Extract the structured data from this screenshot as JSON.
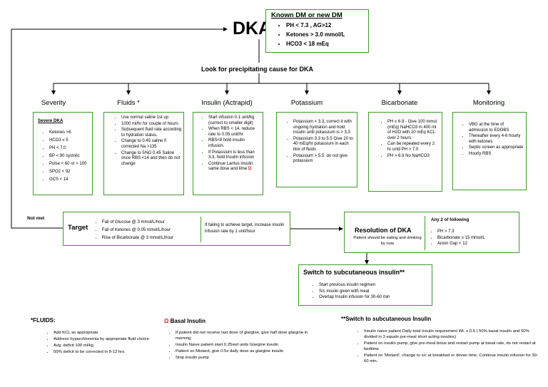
{
  "title": "DKA",
  "known": {
    "title": "Known DM or new DM",
    "items": [
      "PH < 7.3 , AG>12",
      "Ketones > 3.0 mmol/L",
      "HCO3 < 18 mEq"
    ]
  },
  "look_for": "Look for precipitating cause for DKA",
  "columns": {
    "severity": {
      "header": "Severity",
      "title": "Severe DKA",
      "items": [
        "Ketones >6",
        "HCO3 ≤ 5",
        "PH < 7.0",
        "BP < 90 systolic",
        "Pulse < 60 or > 100",
        "SPO2 < 92",
        "GCS < 14"
      ]
    },
    "fluids": {
      "header": "Fluids *",
      "items": [
        "Use normal saline 1st up",
        "1000 ml/hr for couple of hours",
        "Subsequent fluid rate according to hydration status.",
        "Change to 0.45 saline if corrected Na >135",
        "Change to 5%D 0.45 Saline once RBS <14 and then do not change"
      ]
    },
    "insulin": {
      "header": "Insulin (Actrapid)",
      "items": [
        "Start infusion 0.1 unit/kg (correct to smaller digit)",
        "When RBS < 14, reduce rate to 0.05 unit/hr",
        "RBS<8 hold insulin infusion.",
        "If Potassium is less than 3.3, hold Insulin infusion",
        "Continue Lantus insulin same dose and time"
      ],
      "omega": "Ω"
    },
    "potassium": {
      "header": "Potassium",
      "items": [
        "Potassium < 3.3, correct it with ongoing hydration and hold insulin until potassium is > 3.3",
        "Potassium 3.3 to 5.5 Give 20 to 40 mEq/hr potassium in each litre of fluids",
        "Potassium > 5.5. do not give potassium"
      ]
    },
    "bicarbonate": {
      "header": "Bicarbonate",
      "items": [
        "PH ≤ 6.9 - Give 100 mmol (mEq) NaHCO3 in 400 ml of H2O with 20 mEq KCL over 2 hours.",
        "Can be repeated every 2 hr until PH > 7.0",
        "PH > 6.9 No NaHCO3"
      ]
    },
    "monitoring": {
      "header": "Monitoring",
      "items": [
        "VBG at the time of admission to EDOBS",
        "Thereafter every 4-6 hourly with ketones",
        "Septic screen as appropriate",
        "Hourly RBS"
      ]
    }
  },
  "not_met": "Not met",
  "target": {
    "label": "Target",
    "items": [
      "Fall of Glucose @ 3 mmol/L/hour",
      "Fall of Ketones @ 0.05 mmol/L/hour",
      "Rise of Bicarbonate @ 3 mmol/L/hour"
    ],
    "note": "If failing to achieve target, increase insulin infusion rate by 1 unit/hour"
  },
  "resolution": {
    "title": "Resolution of DKA",
    "text": "Patient should be eating and drinking by now",
    "any2": "Any 2 of following",
    "items": [
      "PH > 7.3",
      "Bicarbonate ≥ 15 mmol/L",
      "Anion Gap < 12"
    ]
  },
  "switch": {
    "title": "Switch to subcutaneous insulin**",
    "items": [
      "Start previous insulin regimen",
      "S/c insulin given with meal",
      "Overlap Insulin infusion for 30-60 min"
    ]
  },
  "footnotes": {
    "fluids": {
      "title": "*FLUIDS:",
      "items": [
        "Add KCL as appropriate",
        "Address hyperchloremia by appropriate fluid choice",
        "Avg. deficit 100 ml/kg",
        "50% deficit to be corrected in 8-12 hrs."
      ]
    },
    "basal": {
      "symbol": "Ω",
      "title": "Basal Insulin",
      "items": [
        "If patient did not receive last dose of glargine, give half dose glargine in morning",
        "Insulin Naive patient start 0.25xwt units Glargine insulin",
        "Patient on Mixtard, give 0.5x daily dose as glargine insulin",
        "Stop insulin pump"
      ]
    },
    "switch": {
      "title": "**Switch to subcutaneous Insulin",
      "items": [
        "Insulin naive patient Daily total insulin requirement Wt. x 0.5 ( 50% basal insulin and 50% divided in 3 equals pre-meal short acting insulins)",
        "Patient on insulin pump, give pre-meal bolus and restart pump at basal rate, do not restart at bedtime",
        "Patient on 'Mixtard', change to s/c at breakfast or dinner time. Continue insulin infusion for 30-60 min."
      ]
    }
  },
  "colors": {
    "border": "#3f9a2a",
    "omega": "#e02020",
    "line": "#000000"
  }
}
